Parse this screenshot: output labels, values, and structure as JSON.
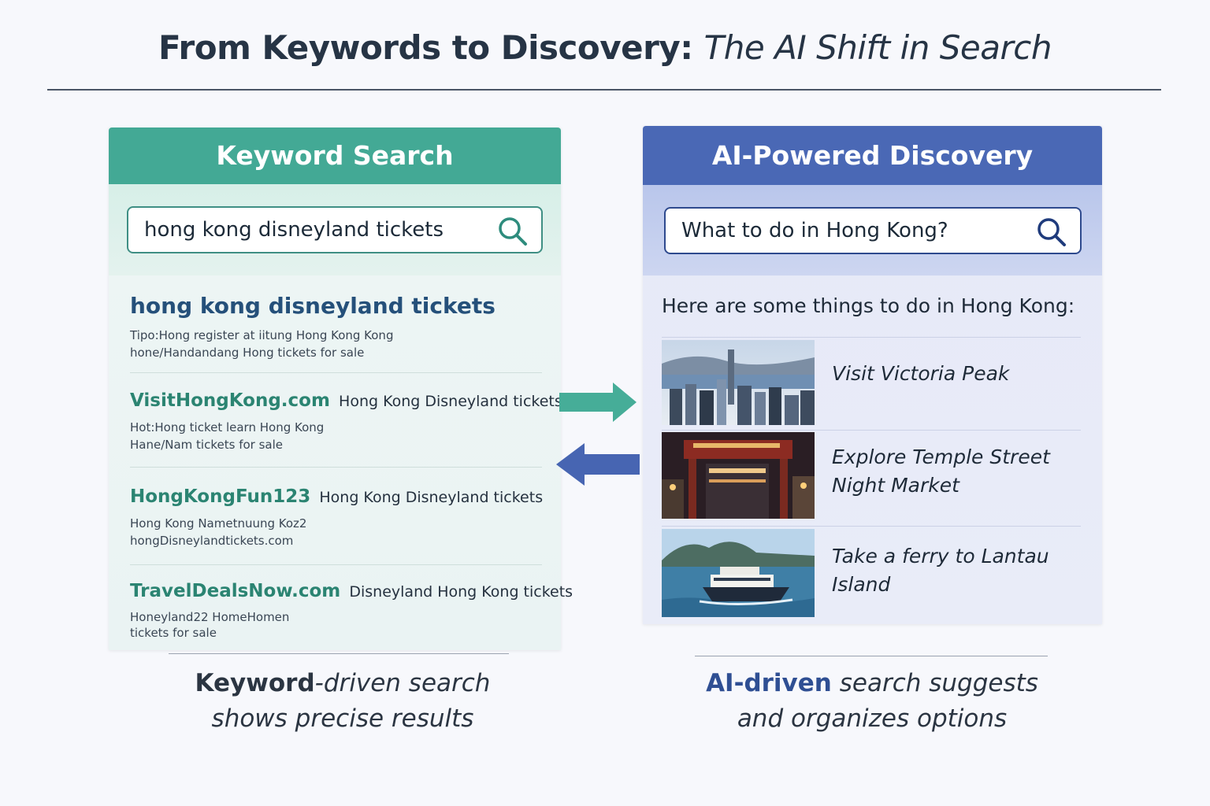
{
  "title": {
    "main": "From Keywords to Discovery:",
    "sub": "The AI Shift in Search"
  },
  "keyword_panel": {
    "header": "Keyword Search",
    "query": "hong kong disneyland tickets",
    "results": [
      {
        "title": "hong kong disneyland tickets",
        "desc": "",
        "snippet_1": "Tipo:Hong register at iitung Hong Kong Kong",
        "snippet_2": "hone/Handandang Hong tickets for sale"
      },
      {
        "title": "VisitHongKong.com",
        "desc": "Hong Kong Disneyland tickets",
        "snippet_1": "Hot:Hong ticket learn Hong Kong",
        "snippet_2": "Hane/Nam tickets for sale"
      },
      {
        "title": "HongKongFun123",
        "desc": "Hong Kong Disneyland tickets",
        "snippet_1": "Hong Kong Nametnuung Koz2",
        "snippet_2": "hongDisneylandtickets.com"
      },
      {
        "title": "TravelDealsNow.com",
        "desc": "Disneyland Hong Kong tickets",
        "snippet_1": "Honeyland22 HomeHomen",
        "snippet_2": "tickets for sale"
      }
    ]
  },
  "ai_panel": {
    "header": "AI-Powered Discovery",
    "query": "What to do in Hong Kong?",
    "intro": "Here are some things to do in Hong Kong:",
    "suggestions": [
      {
        "label_1": "Visit Victoria Peak",
        "label_2": "",
        "image": "city-skyline-photo"
      },
      {
        "label_1": "Explore Temple Street",
        "label_2": "Night Market",
        "image": "night-market-photo"
      },
      {
        "label_1": "Take a ferry to Lantau",
        "label_2": "Island",
        "image": "ferry-photo"
      }
    ]
  },
  "captions": {
    "left": {
      "strong": "Keyword",
      "rest_1": "-driven search",
      "line_2": "shows precise results"
    },
    "right": {
      "strong": "AI-driven",
      "rest_1": " search suggests",
      "line_2": "and organizes options"
    }
  },
  "colors": {
    "keyword_accent": "#43a995",
    "ai_accent": "#4a68b5"
  },
  "icons": {
    "search": "search-icon",
    "arrow_right": "arrow-right-icon",
    "arrow_left": "arrow-left-icon"
  }
}
